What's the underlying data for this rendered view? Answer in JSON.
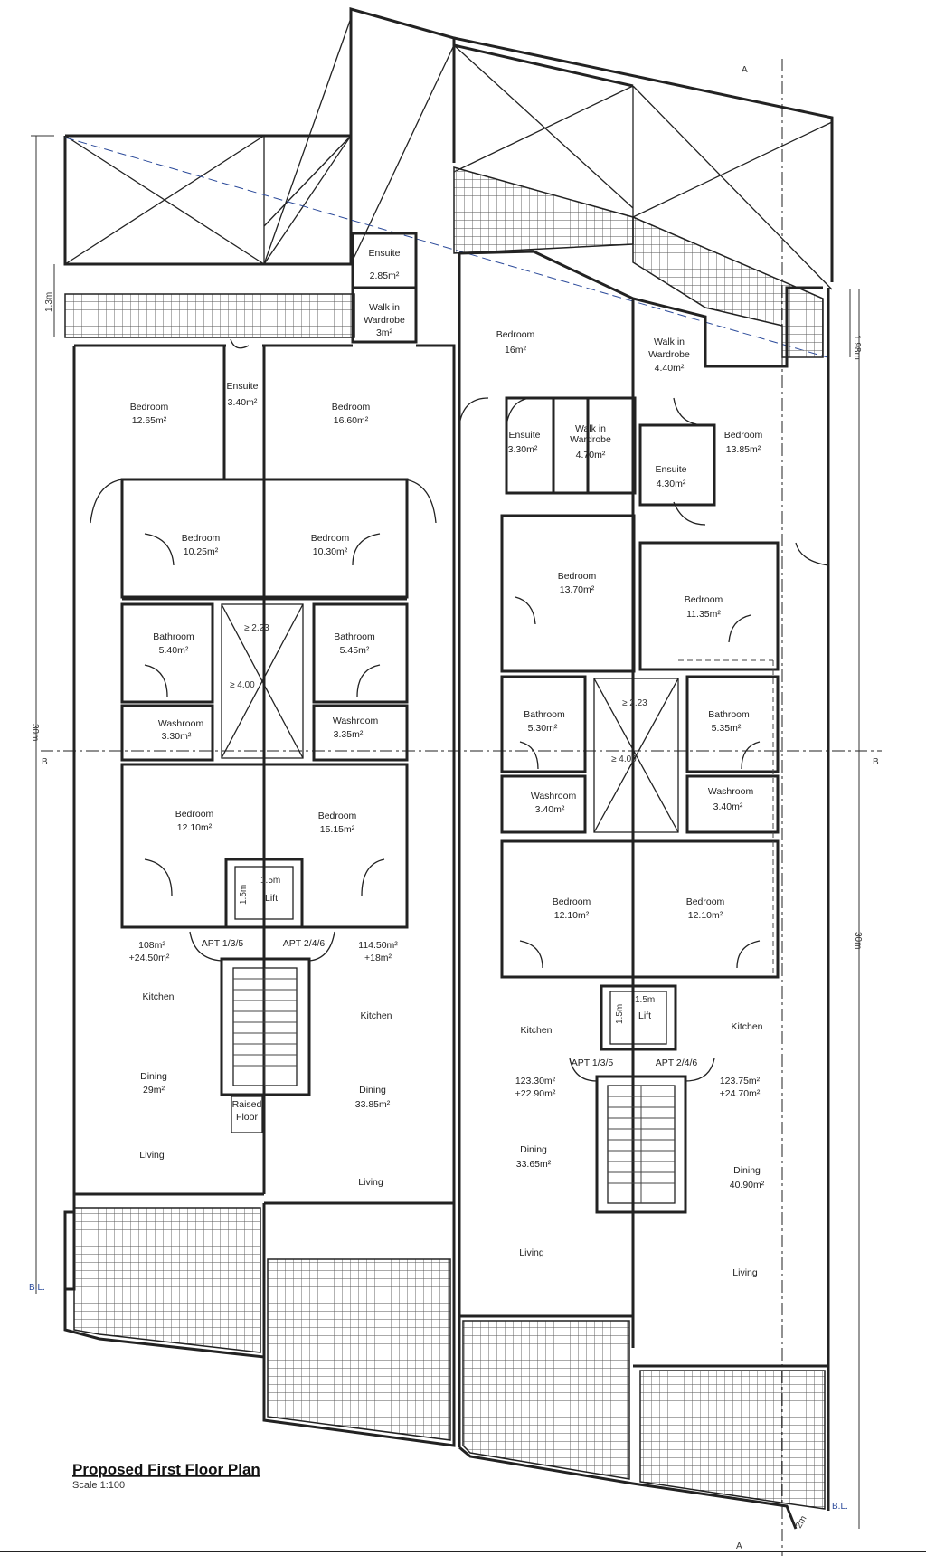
{
  "title": "Proposed First Floor Plan",
  "scale": "Scale 1:100",
  "section_markers": {
    "a": "A",
    "b": "B",
    "bl": "B.L."
  },
  "dimensions": {
    "d1": "1.3m",
    "d2": "1.98m",
    "d3": "30m",
    "d4": "30m",
    "d5": "2m",
    "d6": "≥ 2.23",
    "d7": "≥ 4.00",
    "d8": "≥ 2.23",
    "d9": "≥ 4.00",
    "d10": "1.5m",
    "d11": "1.5m",
    "d12": "1.5m",
    "d13": "1.5m"
  },
  "rooms": {
    "ensuite_top": {
      "name": "Ensuite",
      "area": "2.85m²"
    },
    "walkin_top": {
      "name": "Walk in",
      "name2": "Wardrobe",
      "area": "3m²"
    },
    "bed_a1": {
      "name": "Bedroom",
      "area": "12.65m²"
    },
    "ensuite_a": {
      "name": "Ensuite",
      "area": "3.40m²"
    },
    "bed_b1": {
      "name": "Bedroom",
      "area": "16.60m²"
    },
    "bed_a2": {
      "name": "Bedroom",
      "area": "10.25m²"
    },
    "bed_b2": {
      "name": "Bedroom",
      "area": "10.30m²"
    },
    "bath_a": {
      "name": "Bathroom",
      "area": "5.40m²"
    },
    "bath_b": {
      "name": "Bathroom",
      "area": "5.45m²"
    },
    "wash_a": {
      "name": "Washroom",
      "area": "3.30m²"
    },
    "wash_b": {
      "name": "Washroom",
      "area": "3.35m²"
    },
    "bed_a3": {
      "name": "Bedroom",
      "area": "12.10m²"
    },
    "bed_b3": {
      "name": "Bedroom",
      "area": "15.15m²"
    },
    "lift_l": {
      "name": "Lift"
    },
    "apt_a": {
      "label": "APT 1/3/5",
      "area1": "108m²",
      "area2": "+24.50m²"
    },
    "apt_b": {
      "label": "APT 2/4/6",
      "area1": "114.50m²",
      "area2": "+18m²"
    },
    "kit_a": {
      "name": "Kitchen"
    },
    "din_a": {
      "name": "Dining",
      "area": "29m²"
    },
    "liv_a": {
      "name": "Living"
    },
    "raised": {
      "name": "Raised",
      "name2": "Floor"
    },
    "kit_b": {
      "name": "Kitchen"
    },
    "din_b": {
      "name": "Dining",
      "area": "33.85m²"
    },
    "liv_b": {
      "name": "Living"
    },
    "bed_c1": {
      "name": "Bedroom",
      "area": "16m²"
    },
    "walkin_c": {
      "name": "Walk in",
      "name2": "Wardrobe",
      "area": "4.40m²"
    },
    "ensuite_c": {
      "name": "Ensuite",
      "area": "3.30m²"
    },
    "walkin_c2": {
      "name": "Walk in",
      "name2": "Wardrobe",
      "area": "4.70m²"
    },
    "ensuite_d": {
      "name": "Ensuite",
      "area": "4.30m²"
    },
    "bed_d1": {
      "name": "Bedroom",
      "area": "13.85m²"
    },
    "bed_c2": {
      "name": "Bedroom",
      "area": "13.70m²"
    },
    "bed_d2": {
      "name": "Bedroom",
      "area": "11.35m²"
    },
    "bath_c": {
      "name": "Bathroom",
      "area": "5.30m²"
    },
    "bath_d": {
      "name": "Bathroom",
      "area": "5.35m²"
    },
    "wash_c": {
      "name": "Washroom",
      "area": "3.40m²"
    },
    "wash_d": {
      "name": "Washroom",
      "area": "3.40m²"
    },
    "bed_c3": {
      "name": "Bedroom",
      "area": "12.10m²"
    },
    "bed_d3": {
      "name": "Bedroom",
      "area": "12.10m²"
    },
    "lift_r": {
      "name": "Lift"
    },
    "apt_c": {
      "label": "APT 1/3/5",
      "area1": "123.30m²",
      "area2": "+22.90m²"
    },
    "apt_d": {
      "label": "APT 2/4/6",
      "area1": "123.75m²",
      "area2": "+24.70m²"
    },
    "kit_c": {
      "name": "Kitchen"
    },
    "din_c": {
      "name": "Dining",
      "area": "33.65m²"
    },
    "liv_c": {
      "name": "Living"
    },
    "kit_d": {
      "name": "Kitchen"
    },
    "din_d": {
      "name": "Dining",
      "area": "40.90m²"
    },
    "liv_d": {
      "name": "Living"
    }
  }
}
